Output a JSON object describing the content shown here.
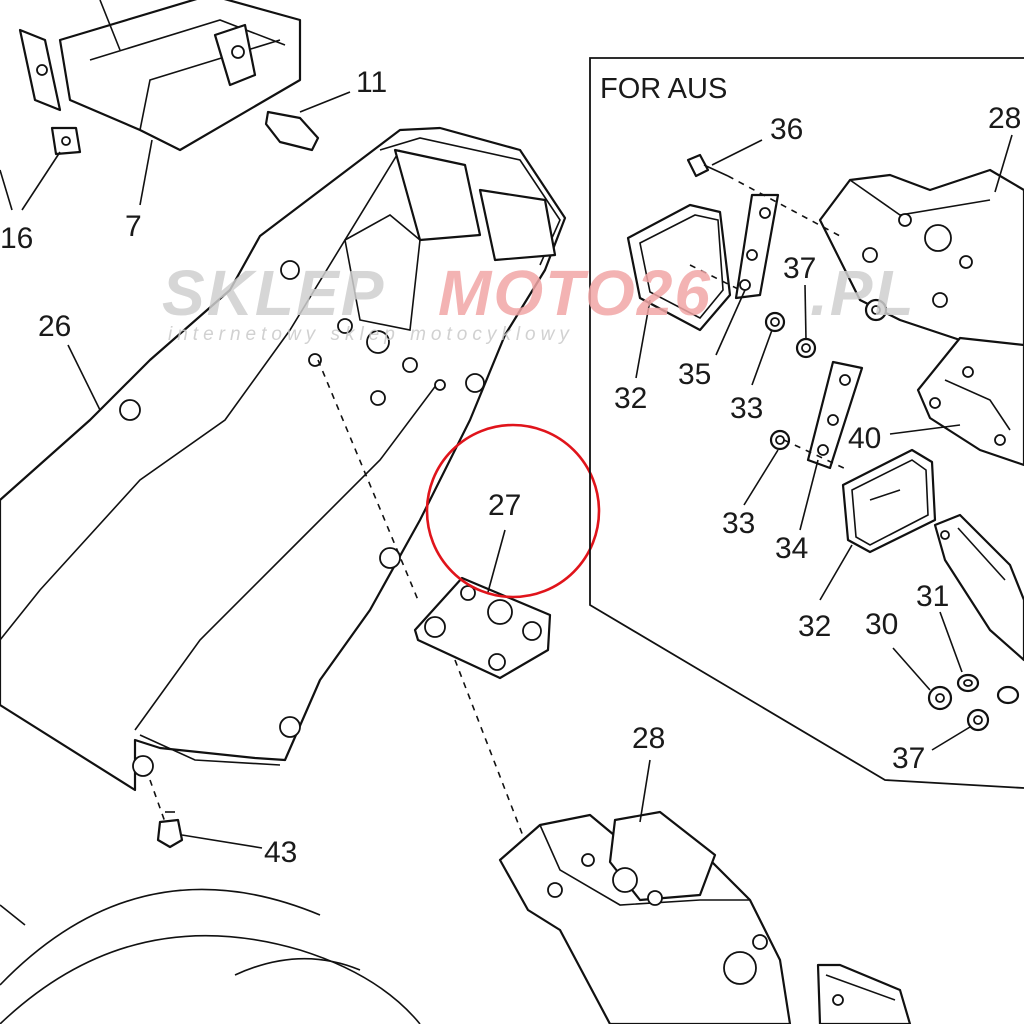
{
  "inset": {
    "title": "FOR AUS"
  },
  "callouts": {
    "c7": "7",
    "c11": "11",
    "c16": "16",
    "c26": "26",
    "c27": "27",
    "c28_inset": "28",
    "c28_main": "28",
    "c30": "30",
    "c31": "31",
    "c32_a": "32",
    "c32_b": "32",
    "c33_a": "33",
    "c33_b": "33",
    "c34": "34",
    "c35": "35",
    "c36": "36",
    "c37_a": "37",
    "c37_b": "37",
    "c40": "40",
    "c43": "43"
  },
  "watermark": {
    "brand_left": "SKLEP",
    "brand_right": "MOTO26",
    "domain": ".PL",
    "tagline": "internetowy sklep motocyklowy",
    "color_gray": "#cfcfcf",
    "color_red": "#f2a6a6"
  },
  "highlight": {
    "target_part": "27",
    "color": "#e0141b"
  }
}
